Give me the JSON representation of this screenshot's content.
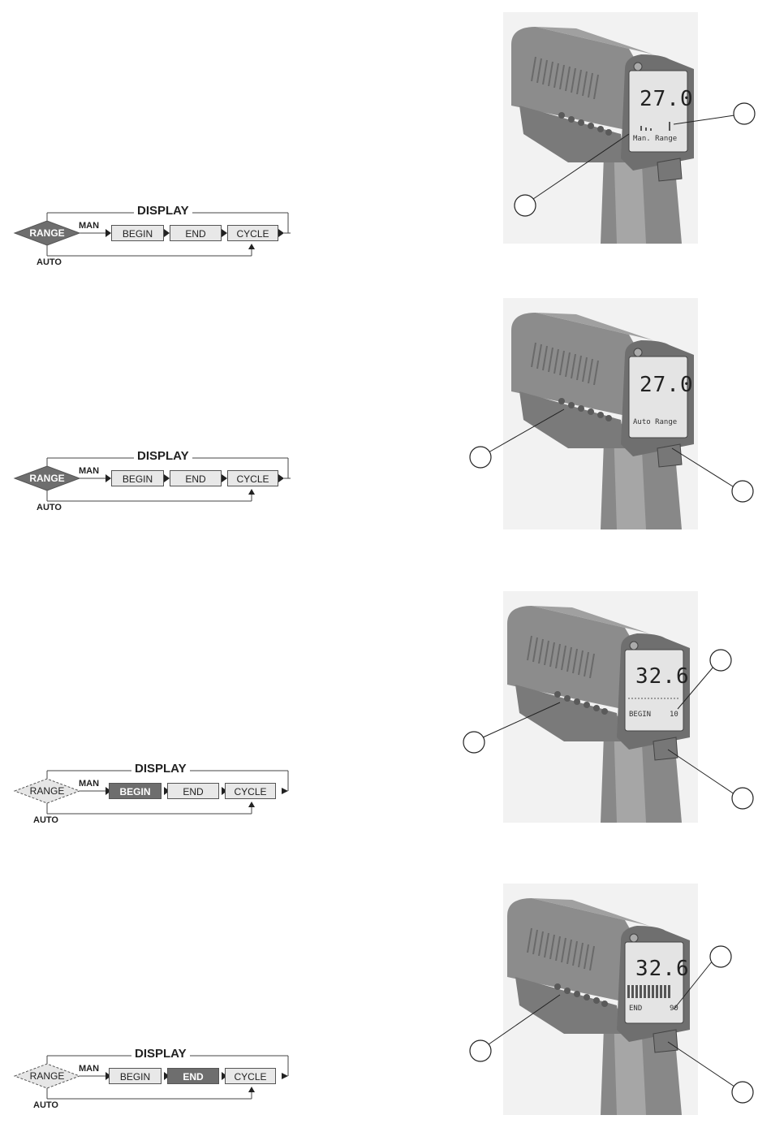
{
  "diagrams": [
    {
      "display_label": "DISPLAY",
      "range_label": "RANGE",
      "man_label": "MAN",
      "auto_label": "AUTO",
      "steps": [
        "BEGIN",
        "END",
        "CYCLE"
      ],
      "highlight": "RANGE"
    },
    {
      "display_label": "DISPLAY",
      "range_label": "RANGE",
      "man_label": "MAN",
      "auto_label": "AUTO",
      "steps": [
        "BEGIN",
        "END",
        "CYCLE"
      ],
      "highlight": "RANGE"
    },
    {
      "display_label": "DISPLAY",
      "range_label": "RANGE",
      "man_label": "MAN",
      "auto_label": "AUTO",
      "steps": [
        "BEGIN",
        "END",
        "CYCLE"
      ],
      "highlight": "BEGIN"
    },
    {
      "display_label": "DISPLAY",
      "range_label": "RANGE",
      "man_label": "MAN",
      "auto_label": "AUTO",
      "steps": [
        "BEGIN",
        "END",
        "CYCLE"
      ],
      "highlight": "END"
    }
  ],
  "devices": [
    {
      "reading": "27.0",
      "screen_text": "Man. Range",
      "bargraph": "sparse"
    },
    {
      "reading": "27.0",
      "screen_text": "Auto Range",
      "bargraph": "none"
    },
    {
      "reading": "32.6",
      "screen_text": "BEGIN",
      "screen_value": "10",
      "bargraph": "dotted"
    },
    {
      "reading": "32.6",
      "screen_text": "END",
      "screen_value": "90",
      "bargraph": "full"
    }
  ],
  "colors": {
    "range_active": "#6e6e6e",
    "range_inactive": "#e6e6e6",
    "step_box": "#e8e8e8",
    "step_highlight": "#6e6e6e",
    "device_body": "#8c8c8c",
    "device_dark": "#6f6f6f",
    "screen": "#e4e4e4"
  }
}
